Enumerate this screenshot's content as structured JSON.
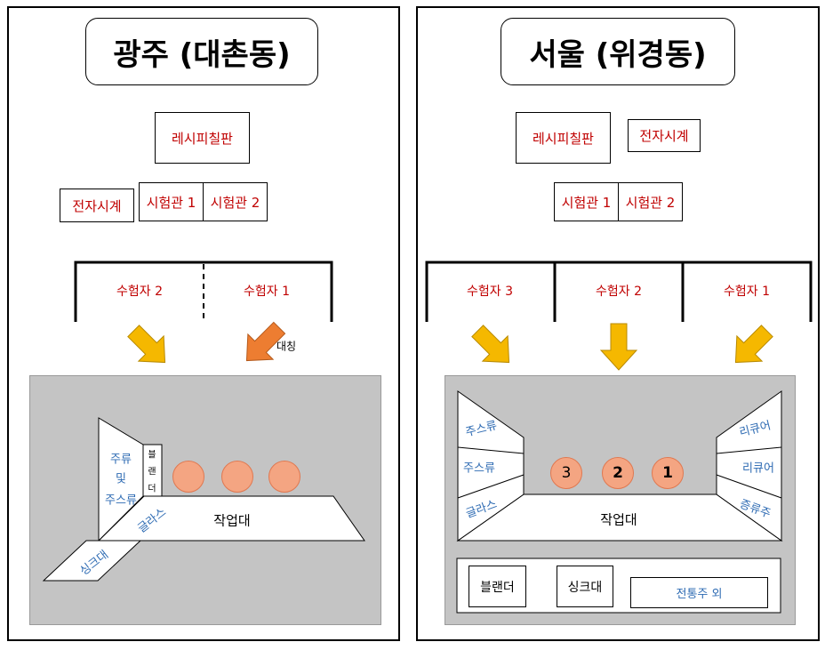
{
  "left": {
    "title": "광주 (대촌동)",
    "recipe_board": "레시피칠판",
    "clock": "전자시계",
    "examiner1": "시험관 1",
    "examiner2": "시험관 2",
    "candidate2": "수험자 2",
    "candidate1": "수험자 1",
    "symmetry": "대칭",
    "liquor_shelf": [
      "주류",
      "및",
      "주스류"
    ],
    "blender": [
      "블",
      "랜",
      "더"
    ],
    "glass": "글라스",
    "sink": "싱크대",
    "worktable": "작업대"
  },
  "right": {
    "title": "서울 (위경동)",
    "recipe_board": "레시피칠판",
    "clock": "전자시계",
    "examiner1": "시험관 1",
    "examiner2": "시험관 2",
    "candidate3": "수험자 3",
    "candidate2": "수험자 2",
    "candidate1": "수험자 1",
    "left_shelf": [
      "주스류",
      "주스류",
      "글라스"
    ],
    "right_shelf": [
      "리큐어",
      "리큐어",
      "증류주"
    ],
    "stations": [
      "3",
      "2",
      "1"
    ],
    "worktable": "작업대",
    "blender": "블랜더",
    "sink": "싱크대",
    "traditional": "전통주 외"
  },
  "colors": {
    "label_red": "#c00000",
    "label_blue": "#2e6bb3",
    "arrow_yellow": "#f5b800",
    "arrow_orange": "#ed7d31",
    "station_fill": "#f4a582",
    "floor_gray": "#c4c4c4"
  }
}
